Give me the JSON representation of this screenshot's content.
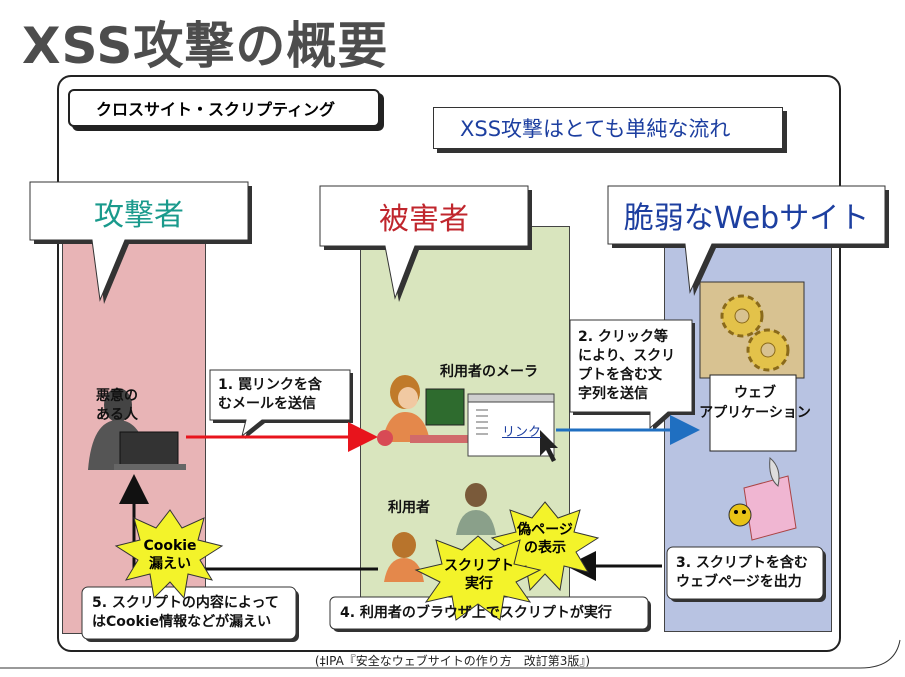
{
  "title": "XSS攻撃の概要",
  "heading": "クロスサイト・スクリプティング",
  "flow_note": "XSS攻撃はとても単純な流れ",
  "roles": {
    "attacker": "攻撃者",
    "victim": "被害者",
    "site": "脆弱なWebサイト"
  },
  "labels": {
    "malicious_person": "悪意の\nある人",
    "user_mailer": "利用者のメーラ",
    "link": "リンク",
    "user": "利用者",
    "web_app": "ウェブ\nアプリケーション"
  },
  "steps": {
    "step1": "1. 罠リンクを含\nむメールを送信",
    "step2": "2. クリック等\nにより、スクリ\nプトを含む文\n字列を送信",
    "step3": "3. スクリプトを含む\nウェブページを出力",
    "step4": "4. 利用者のブラウザ上でスクリプトが実行",
    "step5": "5. スクリプトの内容によって\nはCookie情報などが漏えい"
  },
  "bursts": {
    "cookie": "Cookie\n漏えい",
    "fake_page": "偽ページ\nの表示",
    "script_exec": "スクリプト\n実行"
  },
  "credit": "(‡IPA『安全なウェブサイトの作り方　改訂第3版』)",
  "colors": {
    "attacker_col": "#e8b4b6",
    "victim_col": "#d9e5be",
    "site_col": "#b8c3e2",
    "attacker_text": "#1a9a8c",
    "victim_text": "#c0262d",
    "site_text": "#1d3fa0",
    "red_arrow": "#e8141c",
    "blue_arrow": "#1f6fc1",
    "burst": "#f3f32a"
  }
}
